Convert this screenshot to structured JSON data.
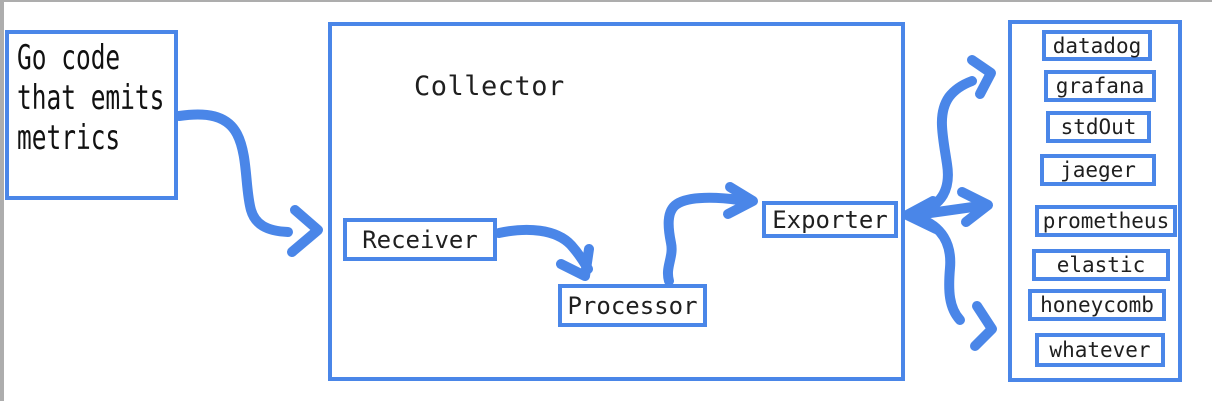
{
  "theme": {
    "accent_blue": "#4a86e8",
    "text_color": "#1f1f1f",
    "edge_gray": "#adadad",
    "background": "#ffffff"
  },
  "source": {
    "lines": [
      "Go code",
      "that emits",
      "metrics"
    ]
  },
  "collector": {
    "title": "Collector",
    "stages": [
      {
        "label": "Receiver"
      },
      {
        "label": "Processor"
      },
      {
        "label": "Exporter"
      }
    ]
  },
  "destinations": {
    "items": [
      "datadog",
      "grafana",
      "stdOut",
      "jaeger",
      "prometheus",
      "elastic",
      "honeycomb",
      "whatever"
    ]
  },
  "arrows": [
    "source-to-receiver",
    "receiver-to-processor",
    "processor-to-exporter",
    "exporter-to-destinations-up",
    "exporter-to-prometheus-bidirectional",
    "exporter-to-destinations-down"
  ]
}
